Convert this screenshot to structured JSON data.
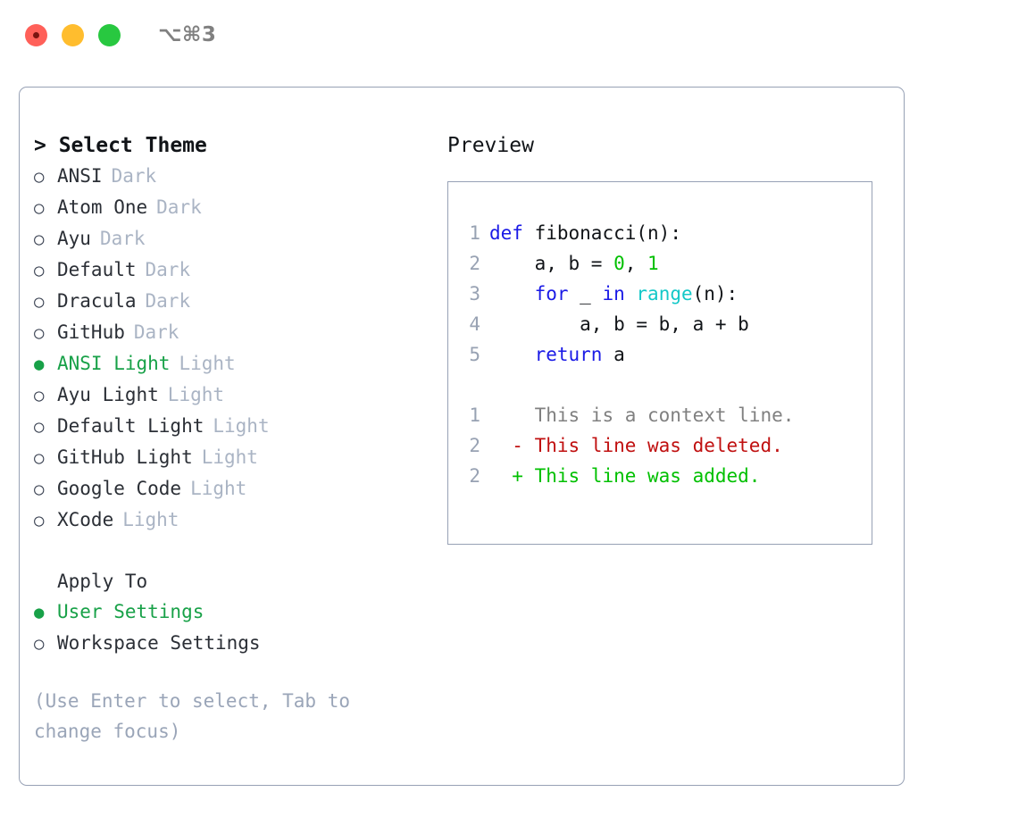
{
  "window": {
    "title_label": "⌥⌘3",
    "traffic_lights": [
      {
        "name": "close",
        "color": "#ff6059"
      },
      {
        "name": "minimize",
        "color": "#ffbd2e"
      },
      {
        "name": "maximize",
        "color": "#28c840"
      }
    ]
  },
  "left": {
    "heading": "> Select Theme",
    "bullet_selected": "●",
    "bullet_unselected": "○",
    "themes": [
      {
        "name": "ANSI",
        "variant": "Dark",
        "selected": false
      },
      {
        "name": "Atom One",
        "variant": "Dark",
        "selected": false
      },
      {
        "name": "Ayu",
        "variant": "Dark",
        "selected": false
      },
      {
        "name": "Default",
        "variant": "Dark",
        "selected": false
      },
      {
        "name": "Dracula",
        "variant": "Dark",
        "selected": false
      },
      {
        "name": "GitHub",
        "variant": "Dark",
        "selected": false
      },
      {
        "name": "ANSI Light",
        "variant": "Light",
        "selected": true
      },
      {
        "name": "Ayu Light",
        "variant": "Light",
        "selected": false
      },
      {
        "name": "Default Light",
        "variant": "Light",
        "selected": false
      },
      {
        "name": "GitHub Light",
        "variant": "Light",
        "selected": false
      },
      {
        "name": "Google Code",
        "variant": "Light",
        "selected": false
      },
      {
        "name": "XCode",
        "variant": "Light",
        "selected": false
      }
    ],
    "apply_to_header": "Apply To",
    "apply_to_options": [
      {
        "name": "User Settings",
        "selected": true
      },
      {
        "name": "Workspace Settings",
        "selected": false
      }
    ],
    "help_text": "(Use Enter to select, Tab to change focus)"
  },
  "preview": {
    "title": "Preview",
    "code_lines": [
      {
        "num": "1",
        "tokens": [
          {
            "t": "def",
            "c": "kw"
          },
          {
            "t": " ",
            "c": "pl"
          },
          {
            "t": "fibonacci",
            "c": "fn"
          },
          {
            "t": "(n):",
            "c": "pl"
          }
        ]
      },
      {
        "num": "2",
        "tokens": [
          {
            "t": "    a, b = ",
            "c": "pl"
          },
          {
            "t": "0",
            "c": "num"
          },
          {
            "t": ", ",
            "c": "pl"
          },
          {
            "t": "1",
            "c": "num"
          }
        ]
      },
      {
        "num": "3",
        "tokens": [
          {
            "t": "    ",
            "c": "pl"
          },
          {
            "t": "for",
            "c": "kw"
          },
          {
            "t": " _ ",
            "c": "pl"
          },
          {
            "t": "in",
            "c": "kw"
          },
          {
            "t": " ",
            "c": "pl"
          },
          {
            "t": "range",
            "c": "bi"
          },
          {
            "t": "(n):",
            "c": "pl"
          }
        ]
      },
      {
        "num": "4",
        "tokens": [
          {
            "t": "        a, b = b, a + b",
            "c": "pl"
          }
        ]
      },
      {
        "num": "5",
        "tokens": [
          {
            "t": "    ",
            "c": "pl"
          },
          {
            "t": "return",
            "c": "kw"
          },
          {
            "t": " a",
            "c": "pl"
          }
        ]
      }
    ],
    "diff_lines": [
      {
        "num": "1",
        "marker": " ",
        "text": " This is a context line.",
        "kind": "diff-ctx"
      },
      {
        "num": "2",
        "marker": "-",
        "text": " This line was deleted.",
        "kind": "diff-del"
      },
      {
        "num": "2",
        "marker": "+",
        "text": " This line was added.",
        "kind": "diff-add"
      }
    ]
  },
  "colors": {
    "accent_green": "#18a148",
    "border": "#97a1b5",
    "muted": "#aab4c4",
    "keyword_blue": "#1a1ae6",
    "builtin_cyan": "#14c8c8",
    "number_green": "#00c000",
    "diff_delete_red": "#c01010",
    "diff_add_green": "#00c000",
    "line_number_grey": "#98a2b3"
  }
}
